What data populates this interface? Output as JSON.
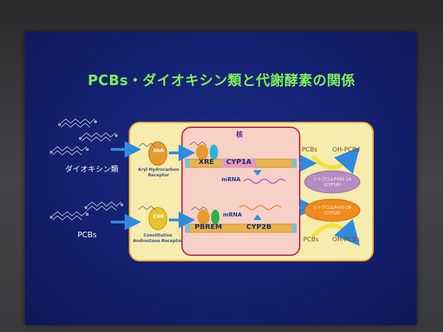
{
  "title": "PCBs・ダイオキシン類と代謝酵素の関係",
  "labels": {
    "dioxin": "ダイオキシン類",
    "pcbs": "PCBs",
    "nucleus": "核",
    "mrna_top": "mRNA",
    "mrna_bottom": "mRNA"
  },
  "receptors": {
    "ahr": {
      "badge": "AhR",
      "name_line1": "Aryl Hydrocarbon",
      "name_line2": "Receptor"
    },
    "car": {
      "badge": "CAR",
      "name_line1": "Constitutive",
      "name_line2": "Androstane Receptor"
    }
  },
  "genes": {
    "top": {
      "element": "XRE",
      "gene": "CYP1A"
    },
    "bottom": {
      "element": "PBREM",
      "gene": "CYP2B"
    }
  },
  "enzymes": {
    "top": {
      "line1": "シトクロムP450 1A",
      "line2": "(CYP1A)",
      "substrate": "PCBs",
      "product": "OH-PCBs"
    },
    "bottom": {
      "line1": "シトクロムP450 2B",
      "line2": "(CYP2B)",
      "substrate": "PCBs",
      "product": "OH-PCBs"
    }
  },
  "colors": {
    "title": "#7ff05a",
    "screen": "#142070",
    "panel": "#f6ecad",
    "nucleus": "#f7d0c6",
    "arrow": "#2f8be0",
    "gene_bar": "#e8b34a",
    "enzyme_top": "#b58cc4",
    "enzyme_bottom": "#f08a1a"
  }
}
